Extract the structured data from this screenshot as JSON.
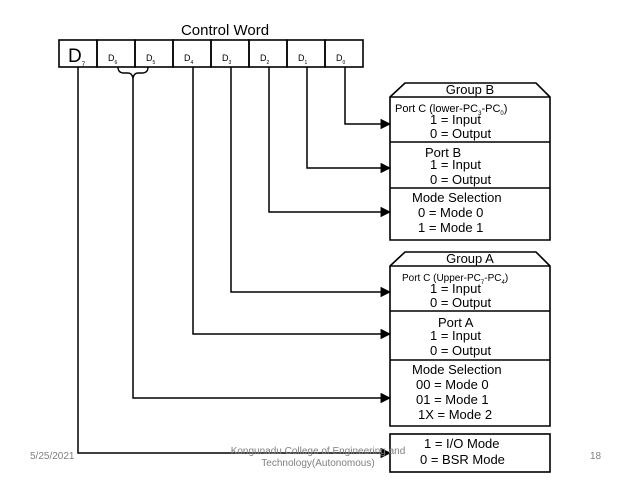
{
  "title": "Control Word",
  "bits": [
    {
      "main": "D",
      "sub": "7"
    },
    {
      "main": "D",
      "sub": "6"
    },
    {
      "main": "D",
      "sub": "5"
    },
    {
      "main": "D",
      "sub": "4"
    },
    {
      "main": "D",
      "sub": "3"
    },
    {
      "main": "D",
      "sub": "2"
    },
    {
      "main": "D",
      "sub": "1"
    },
    {
      "main": "D",
      "sub": "0"
    }
  ],
  "groupB": {
    "header": "Group B",
    "portC": {
      "label": "Port C (lower-PC",
      "sub1": "3",
      "dash": "-PC",
      "sub2": "0",
      "close": ")",
      "l1": "1 = Input",
      "l2": "0 = Output"
    },
    "portB": {
      "label": "Port B",
      "l1": "1 = Input",
      "l2": "0 = Output"
    },
    "mode": {
      "label": "Mode Selection",
      "l1": "0 = Mode 0",
      "l2": "1 = Mode 1"
    }
  },
  "groupA": {
    "header": "Group A",
    "portC": {
      "label": "Port C (Upper-PC",
      "sub1": "7",
      "dash": "-PC",
      "sub2": "4",
      "close": ")",
      "l1": "1 = Input",
      "l2": "0 = Output"
    },
    "portA": {
      "label": "Port A",
      "l1": "1 = Input",
      "l2": "0 = Output"
    },
    "mode": {
      "label": "Mode Selection",
      "l1": "00 = Mode 0",
      "l2": "01 = Mode 1",
      "l3": "1X = Mode 2"
    }
  },
  "io": {
    "l1": "1 = I/O Mode",
    "l2": "0 = BSR Mode"
  },
  "footer": {
    "date": "5/25/2021",
    "institution_line1": "Kongunadu College of Engineering and",
    "institution_line2": "Technology(Autonomous)",
    "page": "18"
  }
}
